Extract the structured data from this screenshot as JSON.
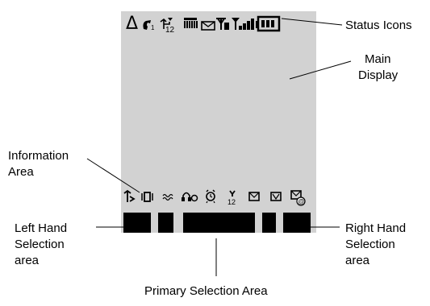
{
  "diagram": {
    "labels": {
      "status_icons": "Status Icons",
      "main_display_1": "Main",
      "main_display_2": "Display",
      "information_area_1": "Information",
      "information_area_2": "Area",
      "left_hand_1": "Left Hand",
      "left_hand_2": "Selection",
      "left_hand_3": "area",
      "right_hand_1": "Right Hand",
      "right_hand_2": "Selection",
      "right_hand_3": "area",
      "primary_selection": "Primary Selection Area"
    },
    "status_glyphs": {
      "signal_triangle": "Δ",
      "line_number": "1",
      "divert_number": "12",
      "alarm_number": "12"
    },
    "colors": {
      "screen": "#d2d2d2",
      "ink": "#000000",
      "background": "#ffffff"
    }
  }
}
